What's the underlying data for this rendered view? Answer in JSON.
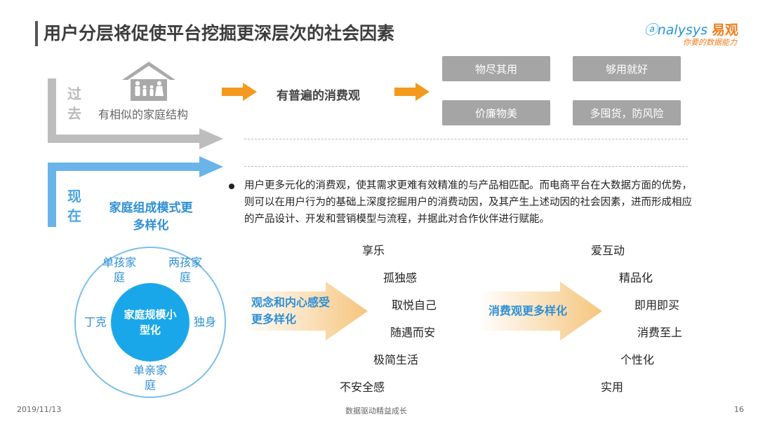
{
  "header": {
    "title": "用户分层将促使平台挖掘更深层次的社会因素",
    "brand_name": "nalysys",
    "brand_cn": "易观",
    "slogan": "你要的数据能力"
  },
  "timeline": {
    "past_label": "过去",
    "now_label": "现在"
  },
  "past": {
    "family_text": "有相似的家庭结构",
    "consume_text": "有普遍的消费观",
    "tags": [
      "物尽其用",
      "够用就好",
      "价廉物美",
      "多囤货，防风险"
    ]
  },
  "now": {
    "paragraph": "用户更多元化的消费观，使其需求更难有效精准的与产品相匹配。而电商平台在大数据方面的优势，则可以在用户行为的基础上深度挖掘用户的消费动因，及其产生上述动因的社会因素，进而形成相应的产品设计、开发和营销模型与流程，并据此对合作伙伴进行赋能。",
    "family_mode": "家庭组成模式更多样化",
    "circle_center": "家庭规模小型化",
    "circle_items": {
      "top_left": "单孩家庭",
      "top_right": "两孩家庭",
      "left": "丁克",
      "right": "独身",
      "bottom": "单亲家庭"
    },
    "concept_arrow_label": "观念和内心感受更多样化",
    "consume_arrow_label": "消费观更多样化",
    "concept_words": [
      "享乐",
      "孤独感",
      "取悦自己",
      "随遇而安",
      "极简生活",
      "不安全感"
    ],
    "consume_words": [
      "爱互动",
      "精品化",
      "即用即买",
      "消费至上",
      "个性化",
      "实用"
    ]
  },
  "footer": {
    "date": "2019/11/13",
    "center": "数据驱动精益成长",
    "page": "16"
  },
  "colors": {
    "blue": "#2e8fd6",
    "light_blue": "#6ab4ea",
    "orange": "#f39a1e",
    "gray": "#bdbdbd",
    "tag_gray": "#a5a5a5"
  }
}
